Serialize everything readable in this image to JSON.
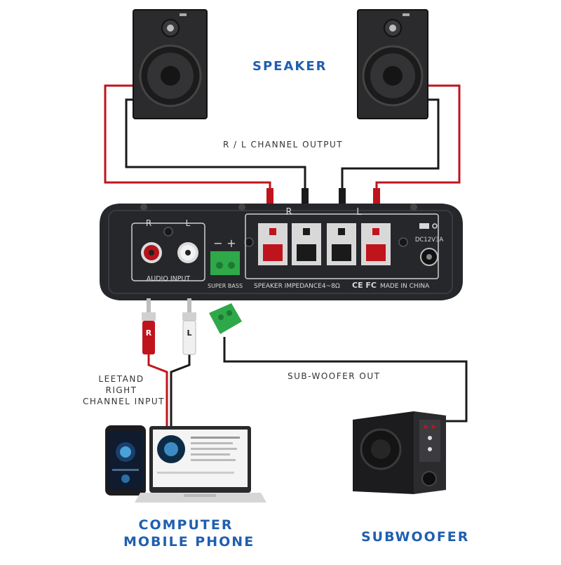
{
  "labels": {
    "speaker": "SPEAKER",
    "channel_output": "R / L  CHANNEL OUTPUT",
    "subwoofer_out": "SUB-WOOFER OUT",
    "input_note": [
      "LEETAND",
      "RIGHT",
      "CHANNEL INPUT"
    ],
    "source_line1": "COMPUTER",
    "source_line2": "MOBILE PHONE",
    "subwoofer": "SUBWOOFER"
  },
  "panel": {
    "audio_r": "R",
    "audio_l": "L",
    "audio_input": "AUDIO INPUT",
    "bass_minus": "−",
    "bass_plus": "+",
    "super_bass": "SUPER BASS",
    "out_r": "R",
    "out_l": "L",
    "impedance": "SPEAKER IMPEDANCE4~8Ω",
    "cert": "CE FC",
    "made_in": "MADE IN CHINA",
    "dc_rating": "DC12V3A"
  },
  "plug_r": "R",
  "plug_l": "L",
  "colors": {
    "label_blue": "#1f5fb0",
    "wire_red": "#c0141c",
    "wire_black": "#1a1a1a",
    "panel": "#26272b",
    "terminal_green": "#2fa84a"
  },
  "icons": {
    "speaker": "bookshelf-speaker-icon",
    "amplifier": "amplifier-panel-icon",
    "subwoofer": "subwoofer-icon",
    "laptop": "laptop-icon",
    "phone": "smartphone-icon"
  }
}
